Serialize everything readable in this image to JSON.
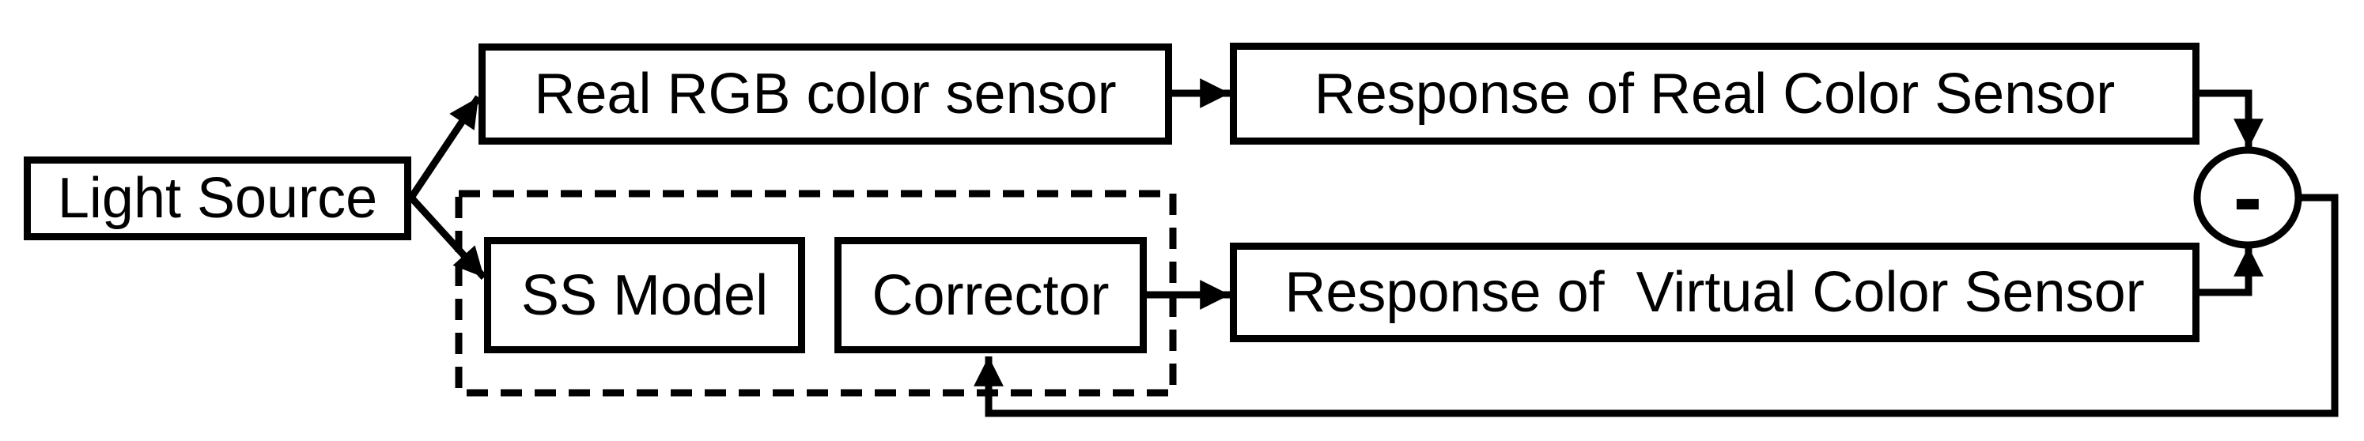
{
  "diagram": {
    "title": "Virtual color sensor correction block diagram",
    "colors": {
      "ink": "#000000",
      "background": "#ffffff"
    },
    "nodes": {
      "light_source": {
        "label": "Light Source"
      },
      "real_rgb_sensor": {
        "label": "Real RGB color sensor"
      },
      "response_real": {
        "label": "Response of Real Color Sensor"
      },
      "ss_model": {
        "label": "SS Model"
      },
      "corrector": {
        "label": "Corrector"
      },
      "response_virtual": {
        "label": "Response of  Virtual Color Sensor"
      },
      "subtract": {
        "label": "-"
      }
    },
    "groups": [
      {
        "name": "virtual-sensor-group",
        "style": "dashed",
        "contains": [
          "ss_model",
          "corrector"
        ]
      }
    ],
    "edges": [
      {
        "from": "light_source",
        "to": "real_rgb_sensor",
        "arrow": true
      },
      {
        "from": "light_source",
        "to": "ss_model",
        "arrow": true
      },
      {
        "from": "real_rgb_sensor",
        "to": "response_real",
        "arrow": true
      },
      {
        "from": "corrector",
        "to": "response_virtual",
        "arrow": true
      },
      {
        "from": "response_real",
        "to": "subtract",
        "arrow": true
      },
      {
        "from": "response_virtual",
        "to": "subtract",
        "arrow": true
      },
      {
        "from": "subtract",
        "to": "corrector",
        "arrow": true,
        "type": "feedback"
      }
    ]
  }
}
